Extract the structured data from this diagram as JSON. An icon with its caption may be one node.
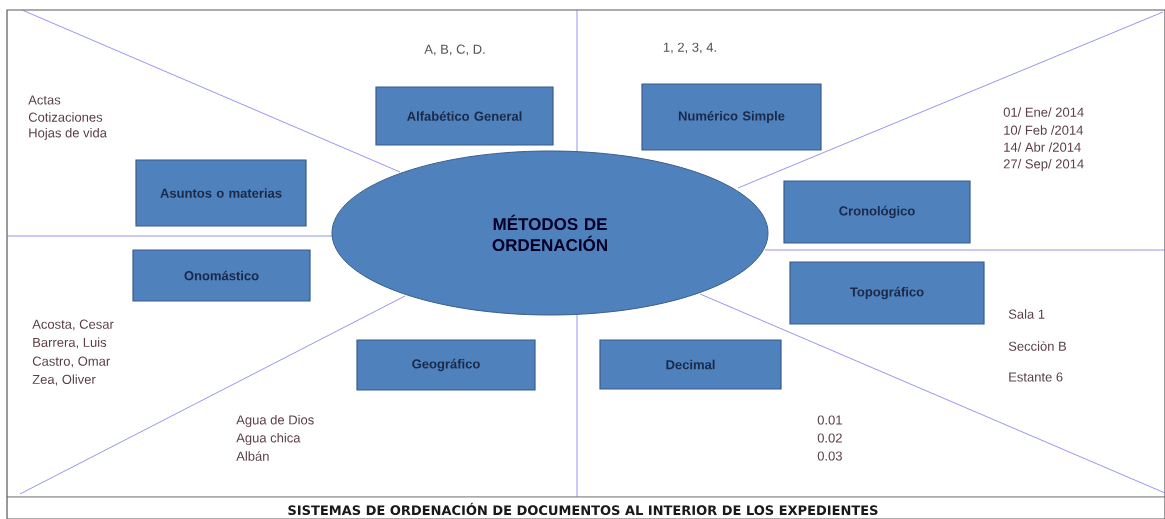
{
  "diagram": {
    "caption": "SISTEMAS DE ORDENACIÓN DE DOCUMENTOS AL INTERIOR DE LOS EXPEDIENTES",
    "nodes": [
      {
        "text": [
          "MÉTODOS DE ORDENACIÓN"
        ]
      },
      {
        "text": [
          "Alfabético General"
        ]
      },
      {
        "text": [
          "Numérico Simple"
        ]
      },
      {
        "text": [
          "Asuntos o materias"
        ]
      },
      {
        "text": [
          "Cronológico"
        ]
      },
      {
        "text": [
          "Onomástico"
        ]
      },
      {
        "text": [
          "Topográfico"
        ]
      },
      {
        "text": [
          "Geográfico"
        ]
      },
      {
        "text": [
          "Decimal"
        ]
      }
    ],
    "labels": [
      "A, B, C, D.",
      "1, 2, 3, 4.",
      "Actas",
      "Cotizaciones",
      "Hojas de vida",
      "01/ Ene/ 2014",
      "10/ Feb /2014",
      "14/ Abr /2014",
      "27/ Sep/ 2014",
      "Acosta, Cesar",
      "Barrera,  Luis",
      "Castro, Omar",
      "Zea, Oliver",
      "Sala 1",
      "Secciòn B",
      "Estante 6",
      "Agua de Dios",
      "Agua chica",
      "Albán",
      "0.01",
      "0.02",
      "0.03"
    ]
  }
}
